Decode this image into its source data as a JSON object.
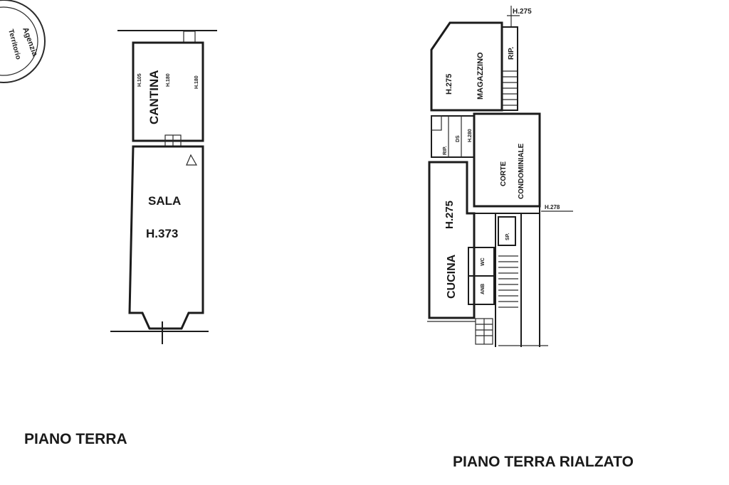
{
  "stamp": {
    "lines": [
      "Agenzia",
      "Territorio"
    ],
    "color": "#2b2b2b"
  },
  "left_plan": {
    "caption": "PIANO  TERRA",
    "rooms": {
      "cantina": {
        "name": "CANTINA",
        "h1": "H.105",
        "h2": "H.180",
        "h3": "H.180"
      },
      "sala": {
        "name": "SALA",
        "height": "H.373"
      }
    }
  },
  "right_plan": {
    "caption": "PIANO TERRA RIALZATO",
    "top_height": "H.275",
    "side_height": "H.278",
    "rooms": {
      "magazzino": {
        "name": "MAGAZZINO",
        "height": "H.275"
      },
      "rip": {
        "name": "RIP."
      },
      "corte": {
        "line1": "CORTE",
        "line2": "CONDOMINIALE"
      },
      "cucina": {
        "name": "CUCINA",
        "height": "H.275"
      },
      "rip_small": "RIP.",
      "ds": "DS",
      "h_small": "H.280",
      "sp": "SP.",
      "wc": "WC",
      "bagno": "ANB"
    }
  }
}
